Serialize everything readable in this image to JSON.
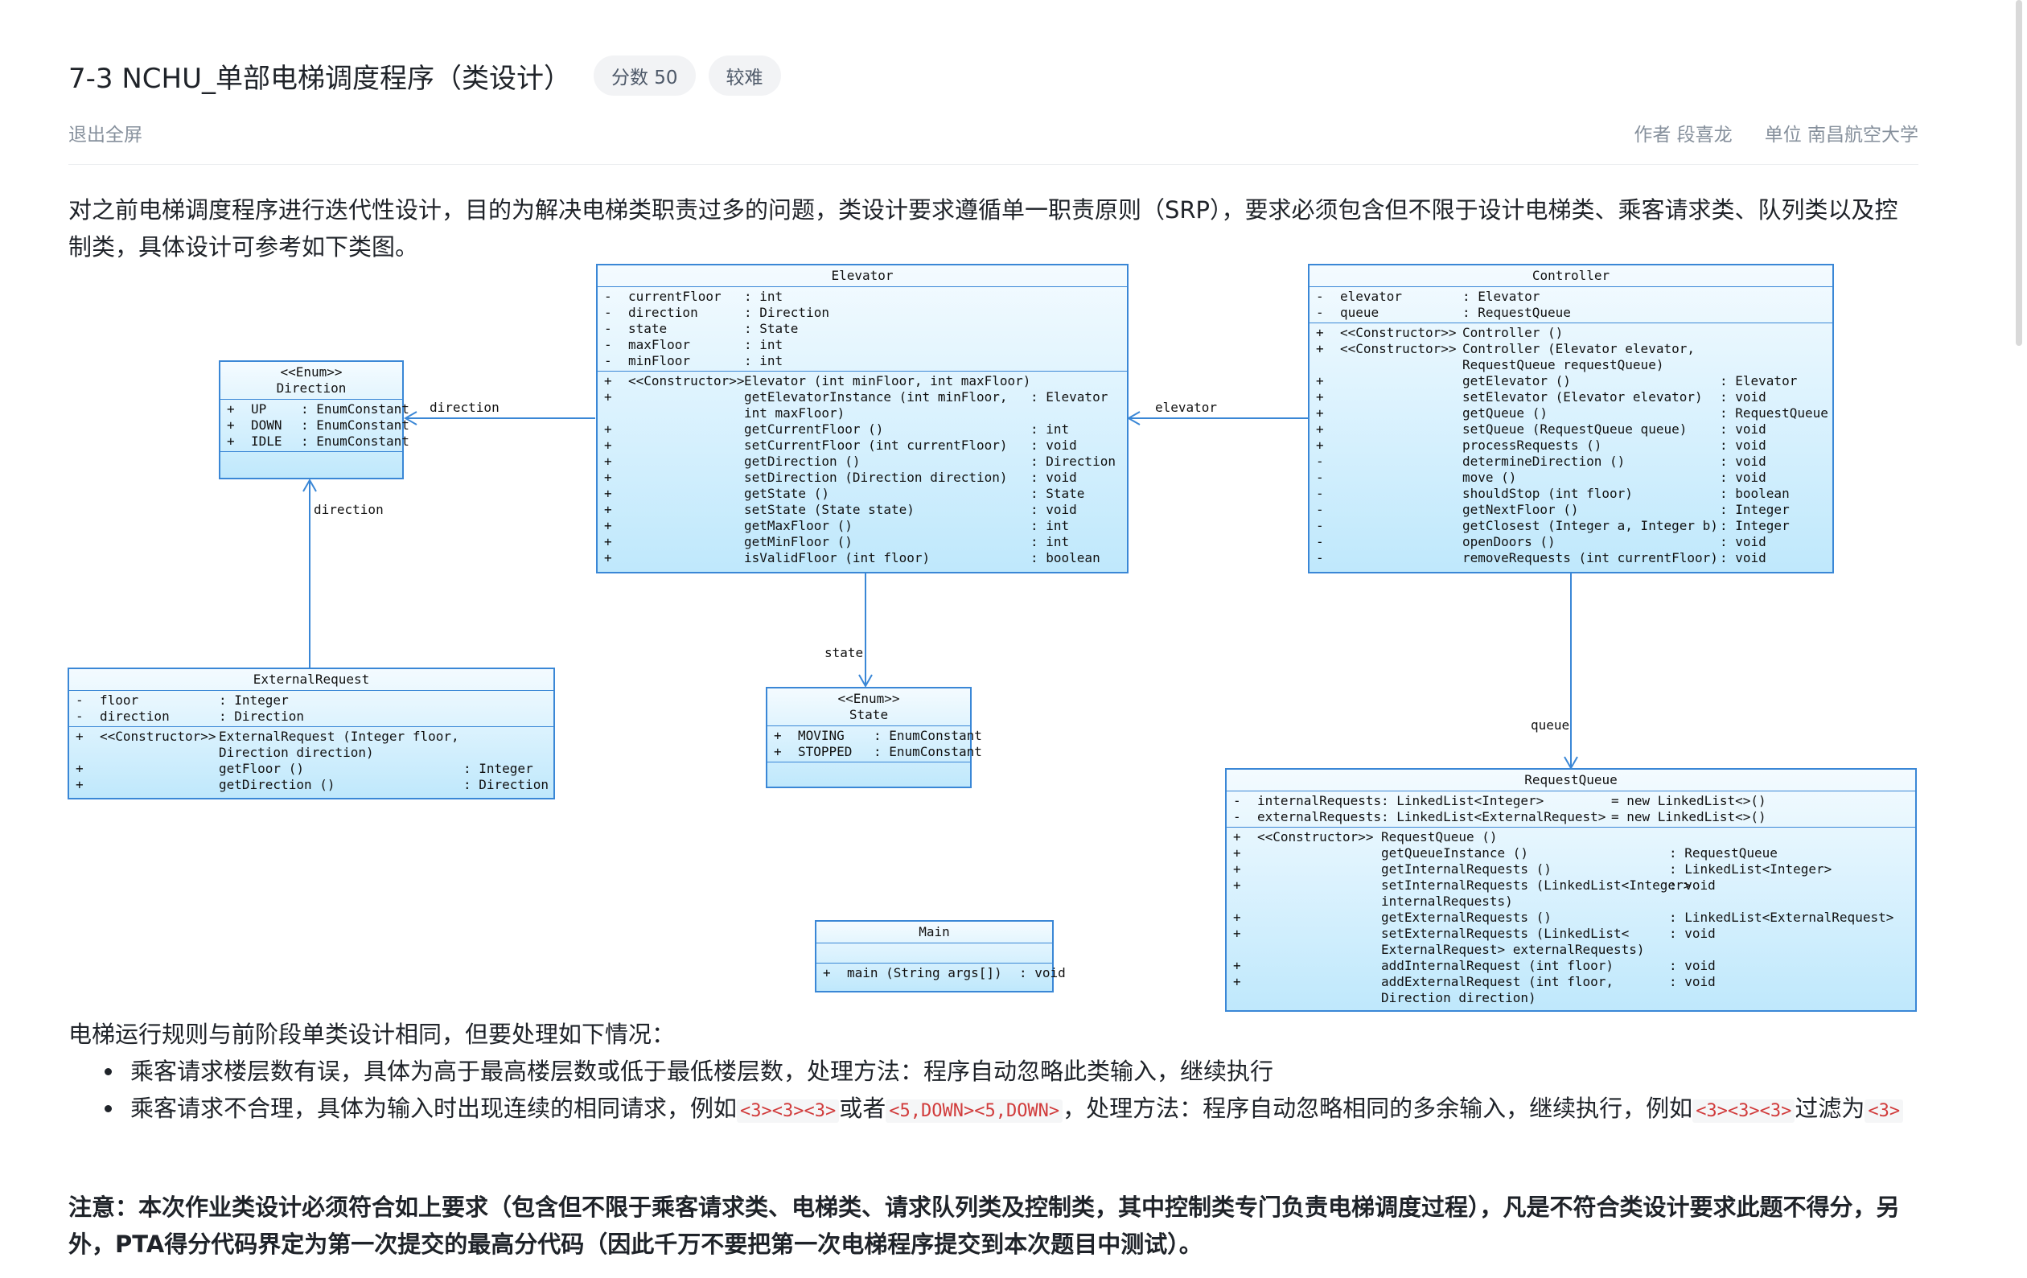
{
  "header": {
    "title": "7-3 NCHU_单部电梯调度程序（类设计）",
    "score_tag": "分数 50",
    "difficulty_tag": "较难"
  },
  "subbar": {
    "exit_fullscreen": "退出全屏",
    "author": "作者 段喜龙",
    "unit": "单位 南昌航空大学"
  },
  "content": {
    "intro": "对之前电梯调度程序进行迭代性设计，目的为解决电梯类职责过多的问题，类设计要求遵循单一职责原则（SRP），要求必须包含但不限于设计电梯类、乘客请求类、队列类以及控制类，具体设计可参考如下类图。",
    "rules_intro": "电梯运行规则与前阶段单类设计相同，但要处理如下情况：",
    "bullet1": "乘客请求楼层数有误，具体为高于最高楼层数或低于最低楼层数，处理方法：程序自动忽略此类输入，继续执行",
    "bullet2_a": "乘客请求不合理，具体为输入时出现连续的相同请求，例如",
    "bullet2_code1": "<3><3><3>",
    "bullet2_b": "或者",
    "bullet2_code2": "<5,DOWN><5,DOWN>",
    "bullet2_c": "，处理方法：程序自动忽略相同的多余输入，继续执行，例如",
    "bullet2_code3": "<3><3><3>",
    "bullet2_d": "过滤为",
    "bullet2_code4": "<3>",
    "note": "注意：本次作业类设计必须符合如上要求（包含但不限于乘客请求类、电梯类、请求队列类及控制类，其中控制类专门负责电梯调度过程），凡是不符合类设计要求此题不得分，另外，PTA得分代码界定为第一次提交的最高分代码（因此千万不要把第一次电梯程序提交到本次题目中测试）。"
  },
  "diagram": {
    "edge_labels": {
      "direction_1": "direction",
      "direction_2": "direction",
      "elevator": "elevator",
      "state": "state",
      "queue": "queue"
    },
    "direction": {
      "stereotype": "<<Enum>>",
      "name": "Direction",
      "attrs": [
        {
          "v": "+",
          "n": "UP",
          "t": ": EnumConstant"
        },
        {
          "v": "+",
          "n": "DOWN",
          "t": ": EnumConstant"
        },
        {
          "v": "+",
          "n": "IDLE",
          "t": ": EnumConstant"
        }
      ]
    },
    "elevator": {
      "name": "Elevator",
      "attrs": [
        {
          "v": "-",
          "n": "currentFloor",
          "t": ": int"
        },
        {
          "v": "-",
          "n": "direction",
          "t": ": Direction"
        },
        {
          "v": "-",
          "n": "state",
          "t": ": State"
        },
        {
          "v": "-",
          "n": "maxFloor",
          "t": ": int"
        },
        {
          "v": "-",
          "n": "minFloor",
          "t": ": int"
        }
      ],
      "methods": [
        {
          "v": "+",
          "s": "<<Constructor>>",
          "m": "Elevator (int minFloor, int maxFloor)",
          "r": ""
        },
        {
          "v": "+",
          "s": "",
          "m": "getElevatorInstance (int minFloor,",
          "r": ": Elevator"
        },
        {
          "v": "",
          "s": "",
          "m": " int maxFloor)",
          "r": ""
        },
        {
          "v": "+",
          "s": "",
          "m": "getCurrentFloor ()",
          "r": ": int"
        },
        {
          "v": "+",
          "s": "",
          "m": "setCurrentFloor (int currentFloor)",
          "r": ": void"
        },
        {
          "v": "+",
          "s": "",
          "m": "getDirection ()",
          "r": ": Direction"
        },
        {
          "v": "+",
          "s": "",
          "m": "setDirection (Direction direction)",
          "r": ": void"
        },
        {
          "v": "+",
          "s": "",
          "m": "getState ()",
          "r": ": State"
        },
        {
          "v": "+",
          "s": "",
          "m": "setState (State state)",
          "r": ": void"
        },
        {
          "v": "+",
          "s": "",
          "m": "getMaxFloor ()",
          "r": ": int"
        },
        {
          "v": "+",
          "s": "",
          "m": "getMinFloor ()",
          "r": ": int"
        },
        {
          "v": "+",
          "s": "",
          "m": "isValidFloor (int floor)",
          "r": ": boolean"
        }
      ]
    },
    "controller": {
      "name": "Controller",
      "attrs": [
        {
          "v": "-",
          "n": "elevator",
          "t": ": Elevator"
        },
        {
          "v": "-",
          "n": "queue",
          "t": ": RequestQueue"
        }
      ],
      "methods": [
        {
          "v": "+",
          "s": "<<Constructor>>",
          "m": "Controller ()",
          "r": ""
        },
        {
          "v": "+",
          "s": "<<Constructor>>",
          "m": "Controller (Elevator elevator,",
          "r": ""
        },
        {
          "v": "",
          "s": "",
          "m": " RequestQueue requestQueue)",
          "r": ""
        },
        {
          "v": "+",
          "s": "",
          "m": "getElevator ()",
          "r": ": Elevator"
        },
        {
          "v": "+",
          "s": "",
          "m": "setElevator (Elevator elevator)",
          "r": ": void"
        },
        {
          "v": "+",
          "s": "",
          "m": "getQueue ()",
          "r": ": RequestQueue"
        },
        {
          "v": "+",
          "s": "",
          "m": "setQueue (RequestQueue queue)",
          "r": ": void"
        },
        {
          "v": "+",
          "s": "",
          "m": "processRequests ()",
          "r": ": void"
        },
        {
          "v": "-",
          "s": "",
          "m": "determineDirection ()",
          "r": ": void"
        },
        {
          "v": "-",
          "s": "",
          "m": "move ()",
          "r": ": void"
        },
        {
          "v": "-",
          "s": "",
          "m": "shouldStop (int floor)",
          "r": ": boolean"
        },
        {
          "v": "-",
          "s": "",
          "m": "getNextFloor ()",
          "r": ": Integer"
        },
        {
          "v": "-",
          "s": "",
          "m": "getClosest (Integer a, Integer b)",
          "r": ": Integer"
        },
        {
          "v": "-",
          "s": "",
          "m": "openDoors ()",
          "r": ": void"
        },
        {
          "v": "-",
          "s": "",
          "m": "removeRequests (int currentFloor)",
          "r": ": void"
        }
      ]
    },
    "external_request": {
      "name": "ExternalRequest",
      "attrs": [
        {
          "v": "-",
          "n": "floor",
          "t": ": Integer"
        },
        {
          "v": "-",
          "n": "direction",
          "t": ": Direction"
        }
      ],
      "methods": [
        {
          "v": "+",
          "s": "<<Constructor>>",
          "m": "ExternalRequest (Integer floor,",
          "r": ""
        },
        {
          "v": "",
          "s": "",
          "m": " Direction direction)",
          "r": ""
        },
        {
          "v": "+",
          "s": "",
          "m": "getFloor ()",
          "r": ": Integer"
        },
        {
          "v": "+",
          "s": "",
          "m": "getDirection ()",
          "r": ": Direction"
        }
      ]
    },
    "state": {
      "stereotype": "<<Enum>>",
      "name": "State",
      "attrs": [
        {
          "v": "+",
          "n": "MOVING",
          "t": ": EnumConstant"
        },
        {
          "v": "+",
          "n": "STOPPED",
          "t": ": EnumConstant"
        }
      ]
    },
    "request_queue": {
      "name": "RequestQueue",
      "attrs": [
        {
          "v": "-",
          "n": "internalRequests",
          "t": ": LinkedList<Integer>",
          "d": "= new LinkedList<>()"
        },
        {
          "v": "-",
          "n": "externalRequests",
          "t": ": LinkedList<ExternalRequest>",
          "d": "= new LinkedList<>()"
        }
      ],
      "methods": [
        {
          "v": "+",
          "s": "<<Constructor>>",
          "m": "RequestQueue ()",
          "r": ""
        },
        {
          "v": "+",
          "s": "",
          "m": "getQueueInstance ()",
          "r": ": RequestQueue"
        },
        {
          "v": "+",
          "s": "",
          "m": "getInternalRequests ()",
          "r": ": LinkedList<Integer>"
        },
        {
          "v": "+",
          "s": "",
          "m": "setInternalRequests (LinkedList<Integer>",
          "r": ": void"
        },
        {
          "v": "",
          "s": "",
          "m": " internalRequests)",
          "r": ""
        },
        {
          "v": "+",
          "s": "",
          "m": "getExternalRequests ()",
          "r": ": LinkedList<ExternalRequest>"
        },
        {
          "v": "+",
          "s": "",
          "m": "setExternalRequests (LinkedList<",
          "r": ": void"
        },
        {
          "v": "",
          "s": "",
          "m": "ExternalRequest> externalRequests)",
          "r": ""
        },
        {
          "v": "+",
          "s": "",
          "m": "addInternalRequest (int floor)",
          "r": ": void"
        },
        {
          "v": "+",
          "s": "",
          "m": "addExternalRequest (int floor,",
          "r": ": void"
        },
        {
          "v": "",
          "s": "",
          "m": " Direction direction)",
          "r": ""
        }
      ]
    },
    "main": {
      "name": "Main",
      "methods": [
        {
          "v": "+",
          "s": "",
          "m": "main (String args[])",
          "r": ": void"
        }
      ]
    }
  }
}
